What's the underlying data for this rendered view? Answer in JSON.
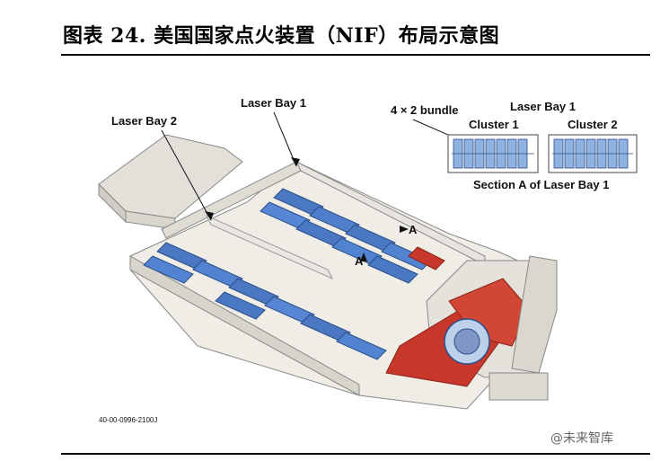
{
  "figure": {
    "title": "图表 24. 美国国家点火装置（NIF）布局示意图",
    "labels": {
      "laser_bay_2": "Laser Bay 2",
      "laser_bay_1": "Laser Bay 1",
      "bundle": "4 × 2 bundle",
      "section_laser_bay_1": "Laser Bay 1",
      "cluster_1": "Cluster 1",
      "cluster_2": "Cluster 2",
      "section_caption": "Section A of Laser Bay 1",
      "marker_a_top": "A",
      "marker_a_bottom": "A",
      "drawing_number": "40-00-0996-2100J"
    }
  },
  "watermark": "@未来智库",
  "colors": {
    "laser_blue": "#4a78c2",
    "chamber_red": "#c8382a",
    "building": "#eceae2",
    "outline": "#777"
  }
}
